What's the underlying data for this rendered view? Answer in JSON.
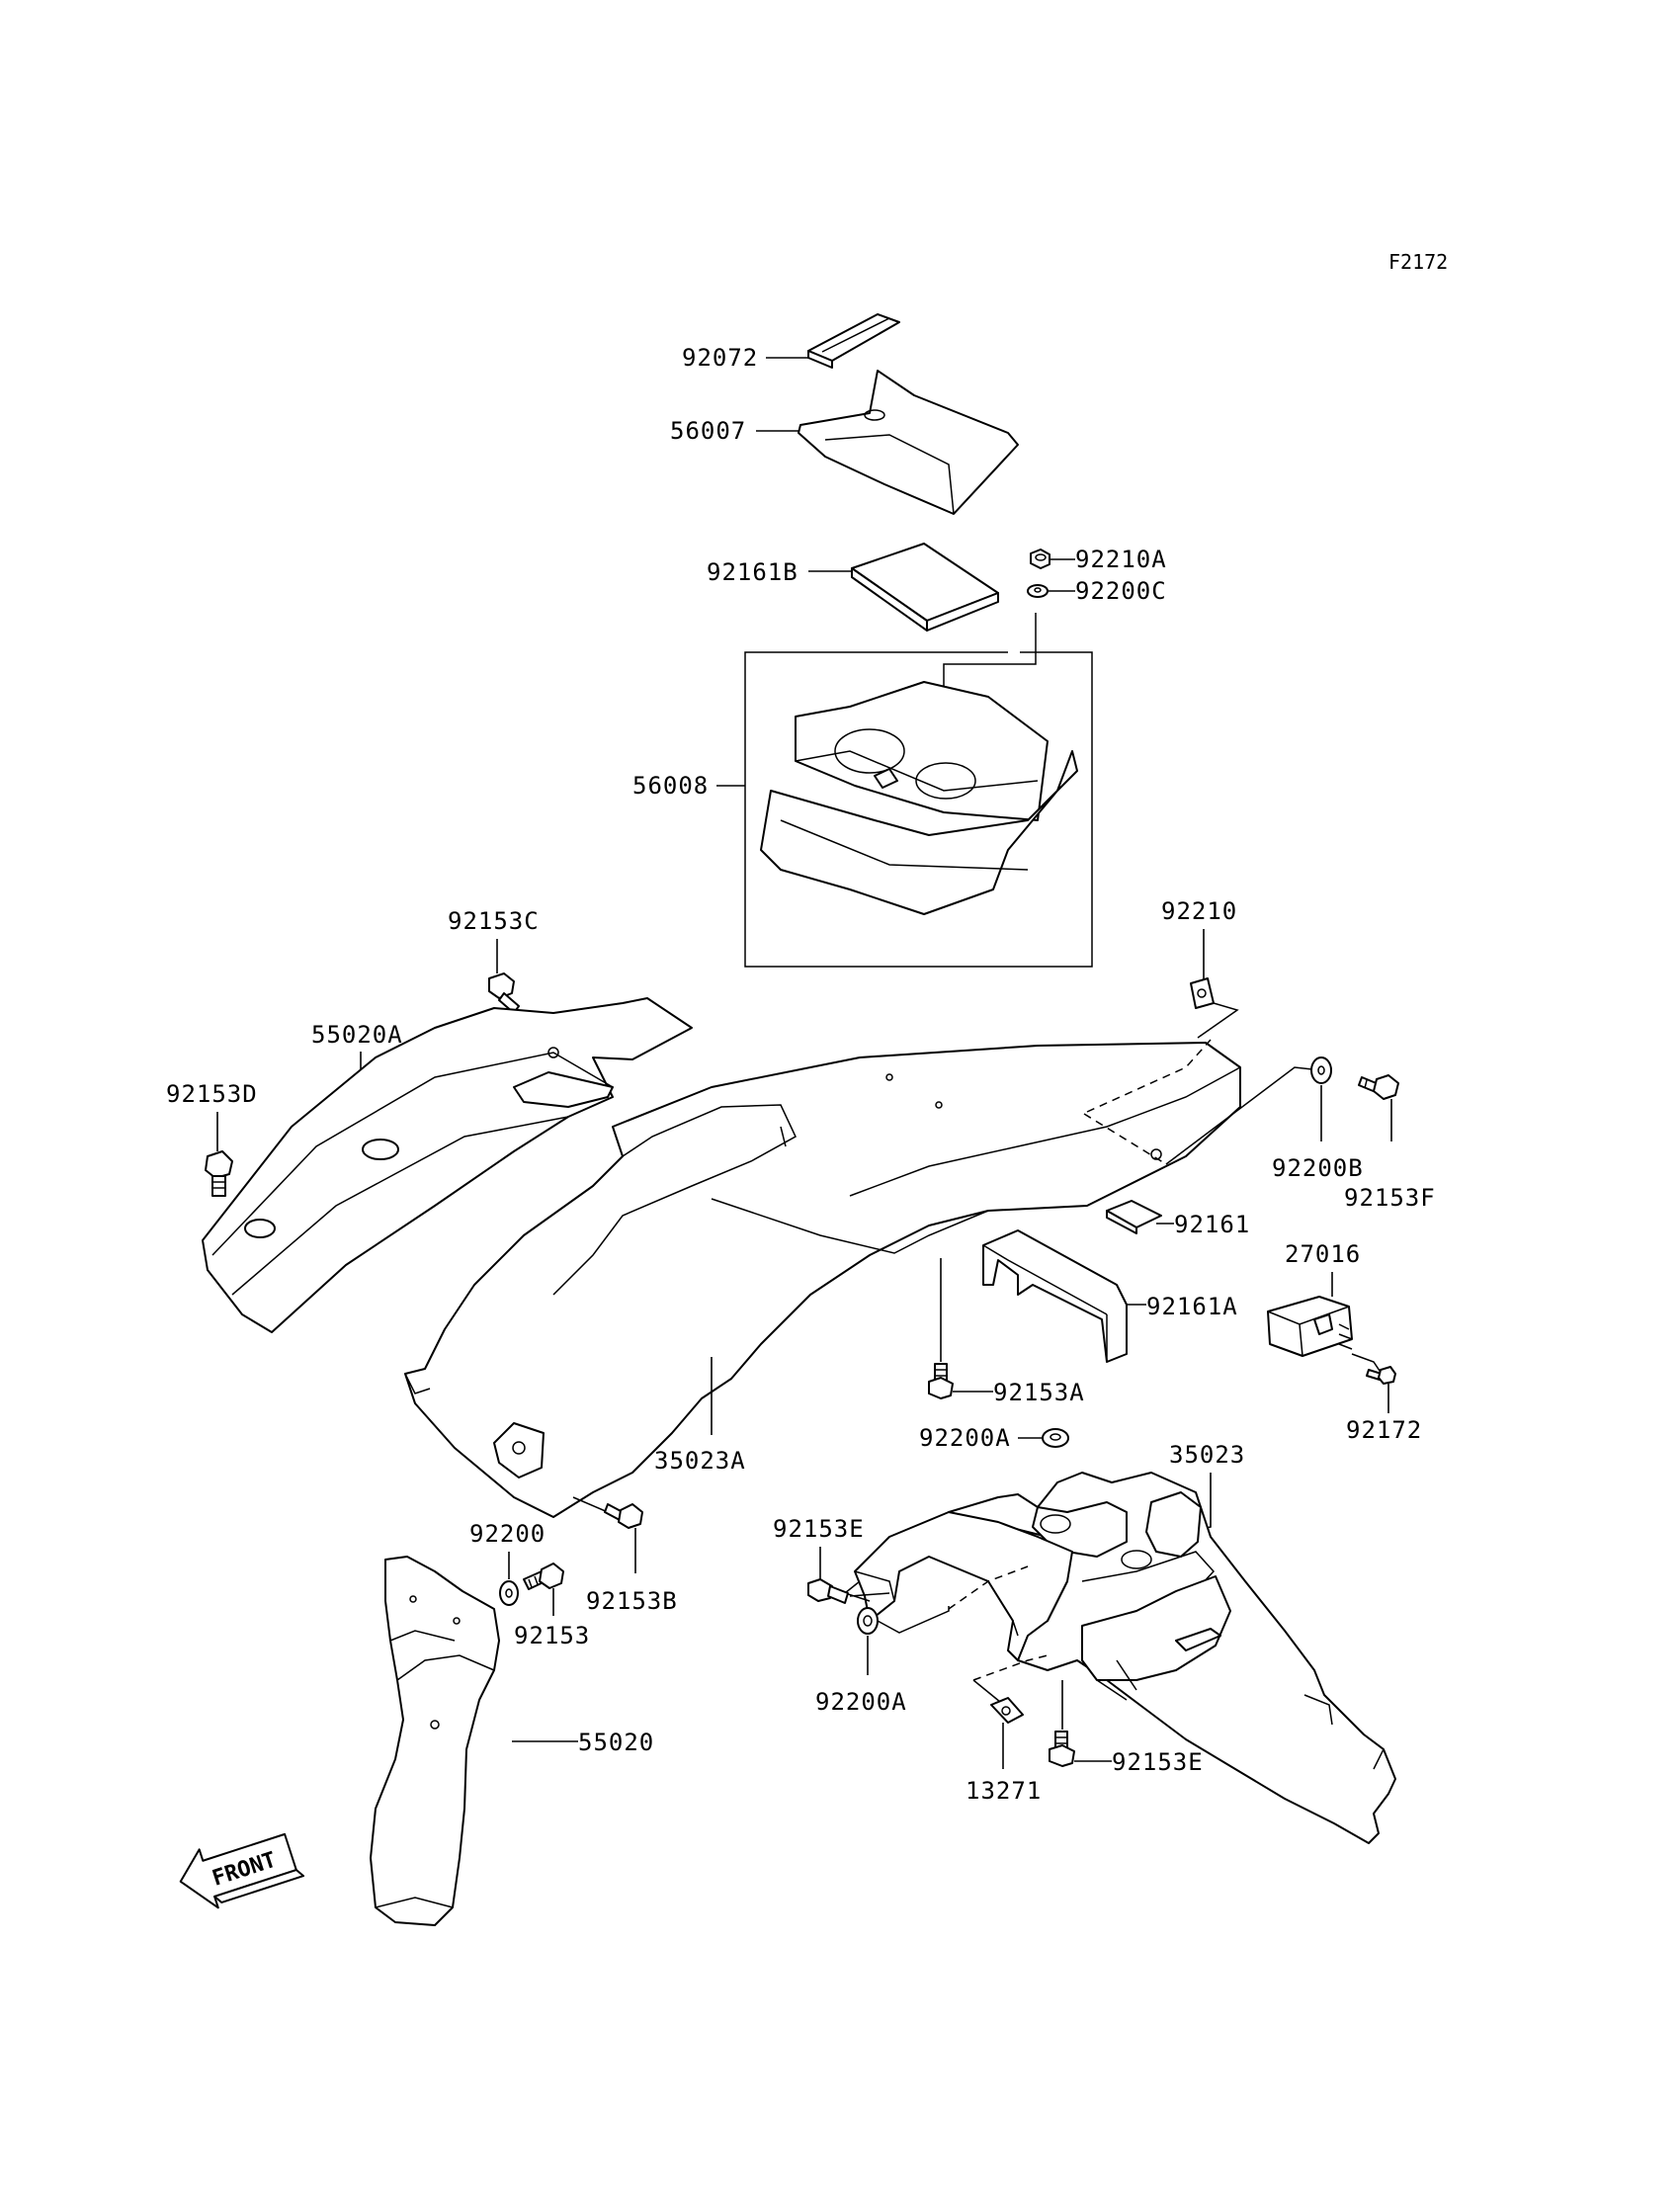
{
  "figure_code": "F2172",
  "front_arrow_label": "FRONT",
  "parts": {
    "p92072": "92072",
    "p56007": "56007",
    "p92161B": "92161B",
    "p92210A": "92210A",
    "p92200C": "92200C",
    "p56008": "56008",
    "p92153C": "92153C",
    "p92210": "92210",
    "p55020A": "55020A",
    "p92153D": "92153D",
    "p92200B": "92200B",
    "p92153F": "92153F",
    "p92161": "92161",
    "p27016": "27016",
    "p92161A": "92161A",
    "p35023A": "35023A",
    "p92153A": "92153A",
    "p92172": "92172",
    "p92200A_top": "92200A",
    "p35023": "35023",
    "p92200": "92200",
    "p92153E_left": "92153E",
    "p92153B": "92153B",
    "p92153": "92153",
    "p92200A_bottom": "92200A",
    "p55020": "55020",
    "p92153E_right": "92153E",
    "p13271": "13271"
  }
}
